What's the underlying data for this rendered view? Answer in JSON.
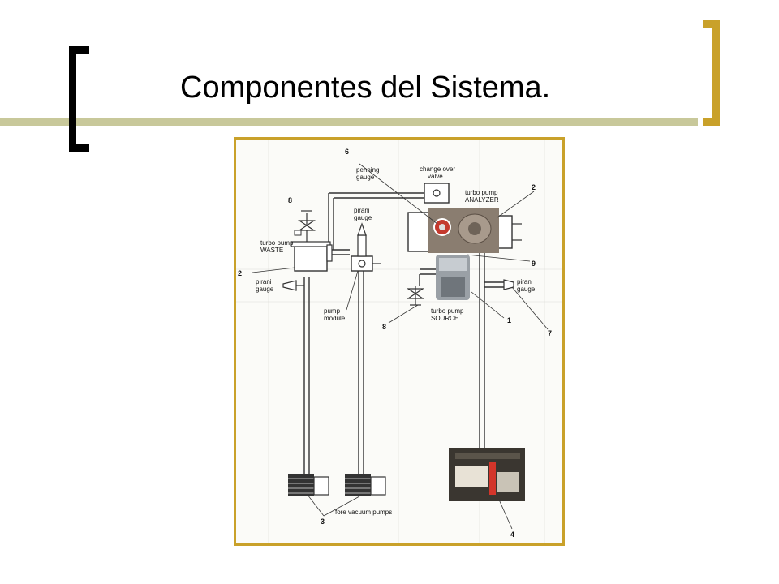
{
  "slide": {
    "title": "Componentes del Sistema.",
    "accent_color": "#c9a12a",
    "rule_color": "#c8c89a"
  },
  "diagram": {
    "labels": {
      "penning_num": "6",
      "penning_gauge": [
        "penning",
        "gauge"
      ],
      "change_over_valve": [
        "change over",
        "valve"
      ],
      "analyzer_num": "2",
      "turbo_pump_analyzer": [
        "turbo pump",
        "ANALYZER"
      ],
      "valve_top_num": "8",
      "pirani_gauge_top": [
        "pirani",
        "gauge"
      ],
      "turbo_pump_waste": [
        "turbo pump",
        "WASTE"
      ],
      "waste_num": "2",
      "pirani_gauge_left": [
        "pirani",
        "gauge"
      ],
      "pump_module": [
        "pump",
        "module"
      ],
      "valve_bottom_num": "8",
      "turbo_pump_source": [
        "turbo pump",
        "SOURCE"
      ],
      "source_num": "1",
      "num_9": "9",
      "pirani_gauge_right": [
        "pirani",
        "gauge"
      ],
      "num_7": "7",
      "fore_vacuum_pumps": "fore vacuum pumps",
      "num_3": "3",
      "num_4": "4"
    }
  }
}
